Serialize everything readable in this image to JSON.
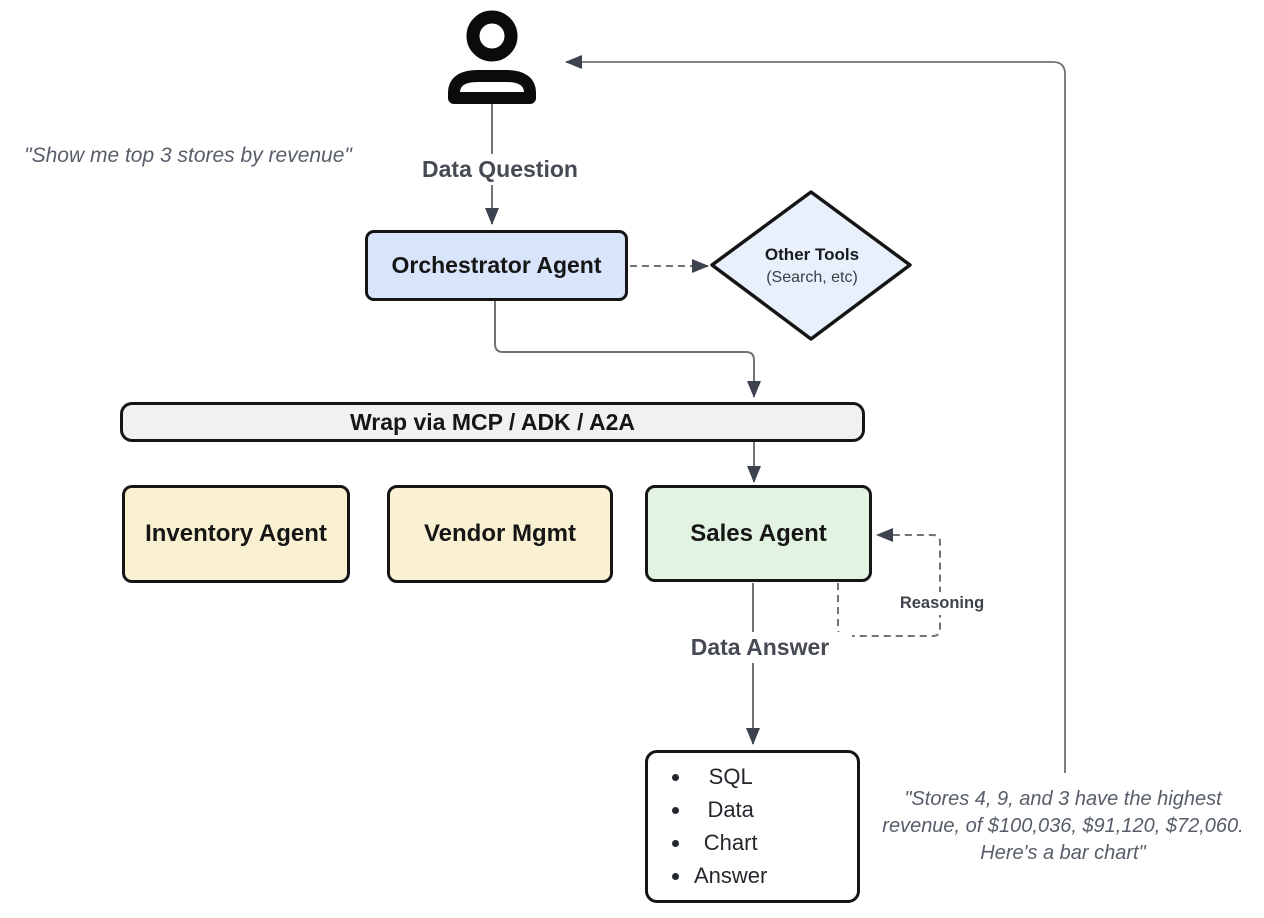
{
  "diagram": {
    "colors": {
      "orchestrator_fill": "#d8e4fa",
      "other_tools_fill": "#e8f0fc",
      "wrap_bar_fill": "#f1f1f2",
      "support_agent_fill": "#faf0d2",
      "sales_fill": "#e2f3e2",
      "output_fill": "#ffffff",
      "line": "#6e737a",
      "arrowhead": "#3d434e",
      "icon": "#0b0b0b",
      "node_border": "#151515"
    },
    "user_quote": "\"Show me top 3 stores by revenue\"",
    "labels": {
      "data_question": "Data Question",
      "data_answer": "Data Answer",
      "reasoning": "Reasoning"
    },
    "nodes": {
      "orchestrator": {
        "label": "Orchestrator Agent"
      },
      "other_tools": {
        "title": "Other Tools",
        "subtitle": "(Search, etc)"
      },
      "wrap_bar": {
        "label": "Wrap via MCP / ADK / A2A"
      },
      "inventory": {
        "label": "Inventory Agent"
      },
      "vendor": {
        "label": "Vendor Mgmt"
      },
      "sales": {
        "label": "Sales Agent"
      },
      "output": {
        "bullets": [
          "SQL",
          "Data",
          "Chart",
          "Answer"
        ]
      }
    },
    "answer_quote": {
      "line1": "\"Stores 4, 9, and 3 have the highest",
      "line2": "revenue, of $100,036, $91,120, $72,060.",
      "line3": "Here's a bar chart\""
    }
  }
}
